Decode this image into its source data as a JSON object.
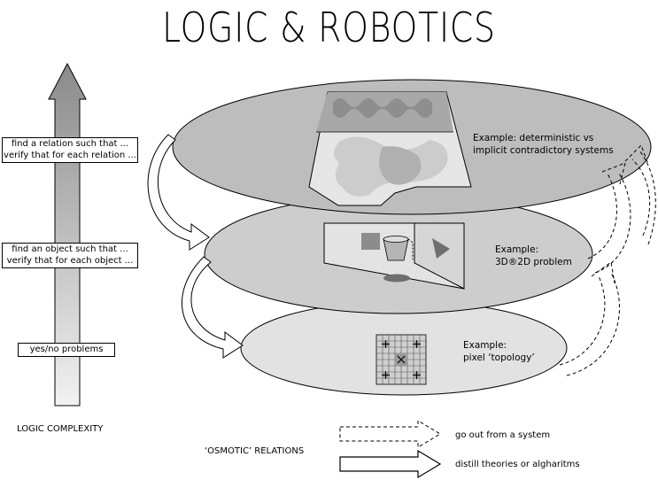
{
  "title": "LOGIC & ROBOTICS",
  "left_axis": {
    "level_top": [
      "find a relation such that ...",
      "verify that for each relation ..."
    ],
    "level_mid": [
      "find an object such that ...",
      "verify that for each object ..."
    ],
    "level_low": [
      "yes/no problems"
    ],
    "axis_label": "LOGIC COMPLEXITY"
  },
  "layers": {
    "top": [
      "Example: deterministic vs",
      "implicit contradictory systems"
    ],
    "mid": [
      "Example:",
      "3D®2D problem"
    ],
    "low": [
      "Example:",
      "pixel ‘topology’"
    ]
  },
  "legend": {
    "title": "‘OSMOTIC’ RELATIONS",
    "dashed": "go out from a system",
    "solid": "distill theories or algharitms"
  }
}
